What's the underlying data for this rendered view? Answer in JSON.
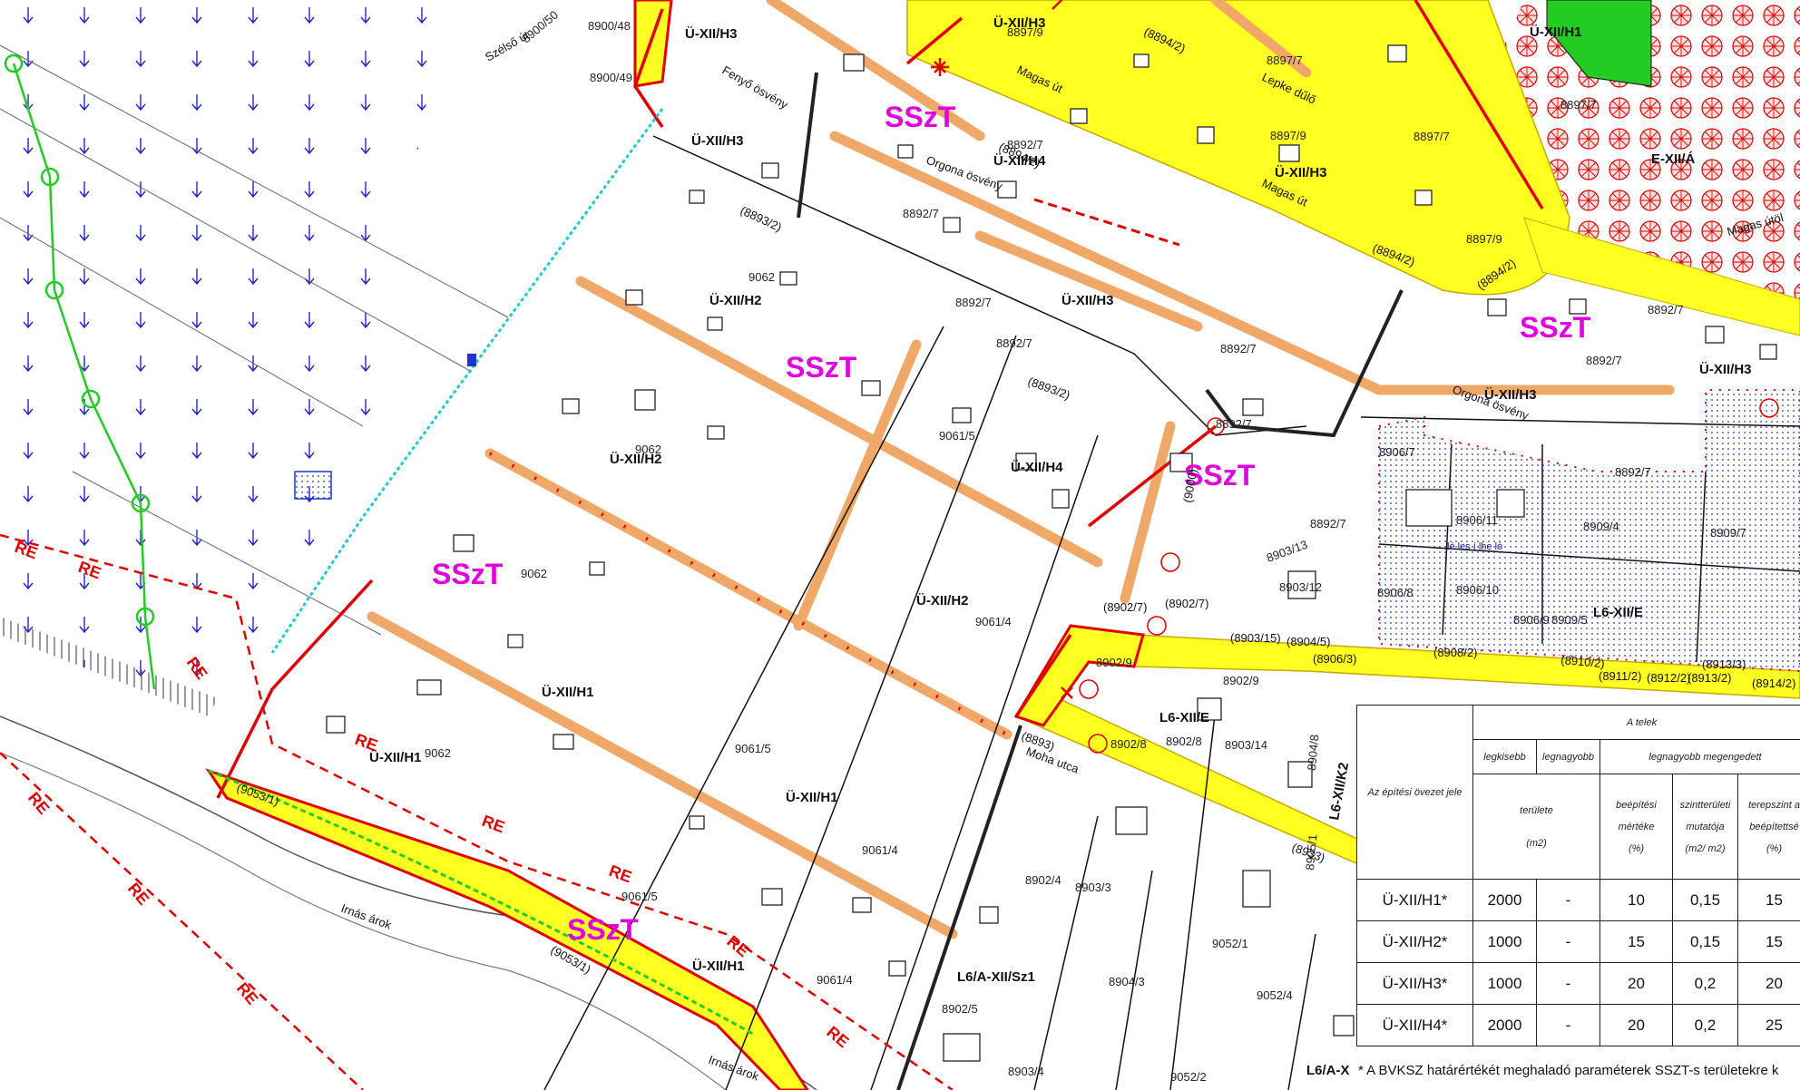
{
  "map": {
    "zones": [
      "Ü-XII/H1",
      "Ü-XII/H2",
      "Ü-XII/H3",
      "Ü-XII/H4",
      "L6-XII/E",
      "L6/A-XII/Sz1",
      "L6-XII/K2",
      "E-XII/Á",
      "L6/A-X"
    ],
    "special_zone": "SSzT",
    "red_label": "RE",
    "parcels": [
      "9062",
      "9061/5",
      "9061/4",
      "8892/7",
      "8897/7",
      "8897/9",
      "8900/48",
      "8900/49",
      "8900/50",
      "8906/7",
      "8906/11",
      "8906/8",
      "8906/10",
      "8909/4",
      "8909/7",
      "8909/5",
      "8903/13",
      "8903/12",
      "8902/9",
      "8902/8",
      "8903/14",
      "8902/4",
      "8903/3",
      "8904/3",
      "8902/5",
      "8903/4",
      "9052/1",
      "9052/4",
      "9052/2",
      "8905/1",
      "8904/8",
      "8906/9"
    ],
    "roads": [
      "(8893/2)",
      "(8894/2)",
      "(8902/7)",
      "(8906/3)",
      "(8908/2)",
      "(8910/2)",
      "(8911/2)",
      "(8912/2)",
      "(8913/2)",
      "(8913/3)",
      "(8914/2)",
      "(8903/15)",
      "(8904/5)",
      "(8933)",
      "(8893)",
      "(9053/1)",
      "(9000)"
    ],
    "streets": [
      "Magas út",
      "Orgona ösvény",
      "Fenyő ösvény",
      "Lepke dűlő",
      "Moha utca",
      "Irnás árok",
      "Szélső út",
      "Magas útöl"
    ],
    "place_note": "lé les í lhe ló"
  },
  "table": {
    "header": {
      "zone_col": "Az építési övezet jele",
      "telek": "A telek",
      "legkisebb": "legkisebb",
      "legnagyobb": "legnagyobb",
      "legnagyobb_megengedett": "legnagyobb megengedett",
      "terulete": "területe",
      "unit_m2": "(m2)",
      "beepitesi": "beépítési",
      "merteke": "mértéke",
      "pct": "(%)",
      "szintteruleti": "szintterületi",
      "mutatoja": "mutatója",
      "m2m2": "(m2/ m2)",
      "terepszint": "terepszint a",
      "beepitettse": "beépítettsé",
      "pct2": "(%)"
    },
    "rows": [
      {
        "zone": "Ü-XII/H1*",
        "min": "2000",
        "max": "-",
        "build": "10",
        "floor": "0,15",
        "terrain": "15"
      },
      {
        "zone": "Ü-XII/H2*",
        "min": "1000",
        "max": "-",
        "build": "15",
        "floor": "0,15",
        "terrain": "15"
      },
      {
        "zone": "Ü-XII/H3*",
        "min": "1000",
        "max": "-",
        "build": "20",
        "floor": "0,2",
        "terrain": "20"
      },
      {
        "zone": "Ü-XII/H4*",
        "min": "2000",
        "max": "-",
        "build": "20",
        "floor": "0,2",
        "terrain": "25"
      }
    ],
    "note": "* A BVKSZ határértékét meghaladó paraméterek SSZT-s területekre k"
  }
}
